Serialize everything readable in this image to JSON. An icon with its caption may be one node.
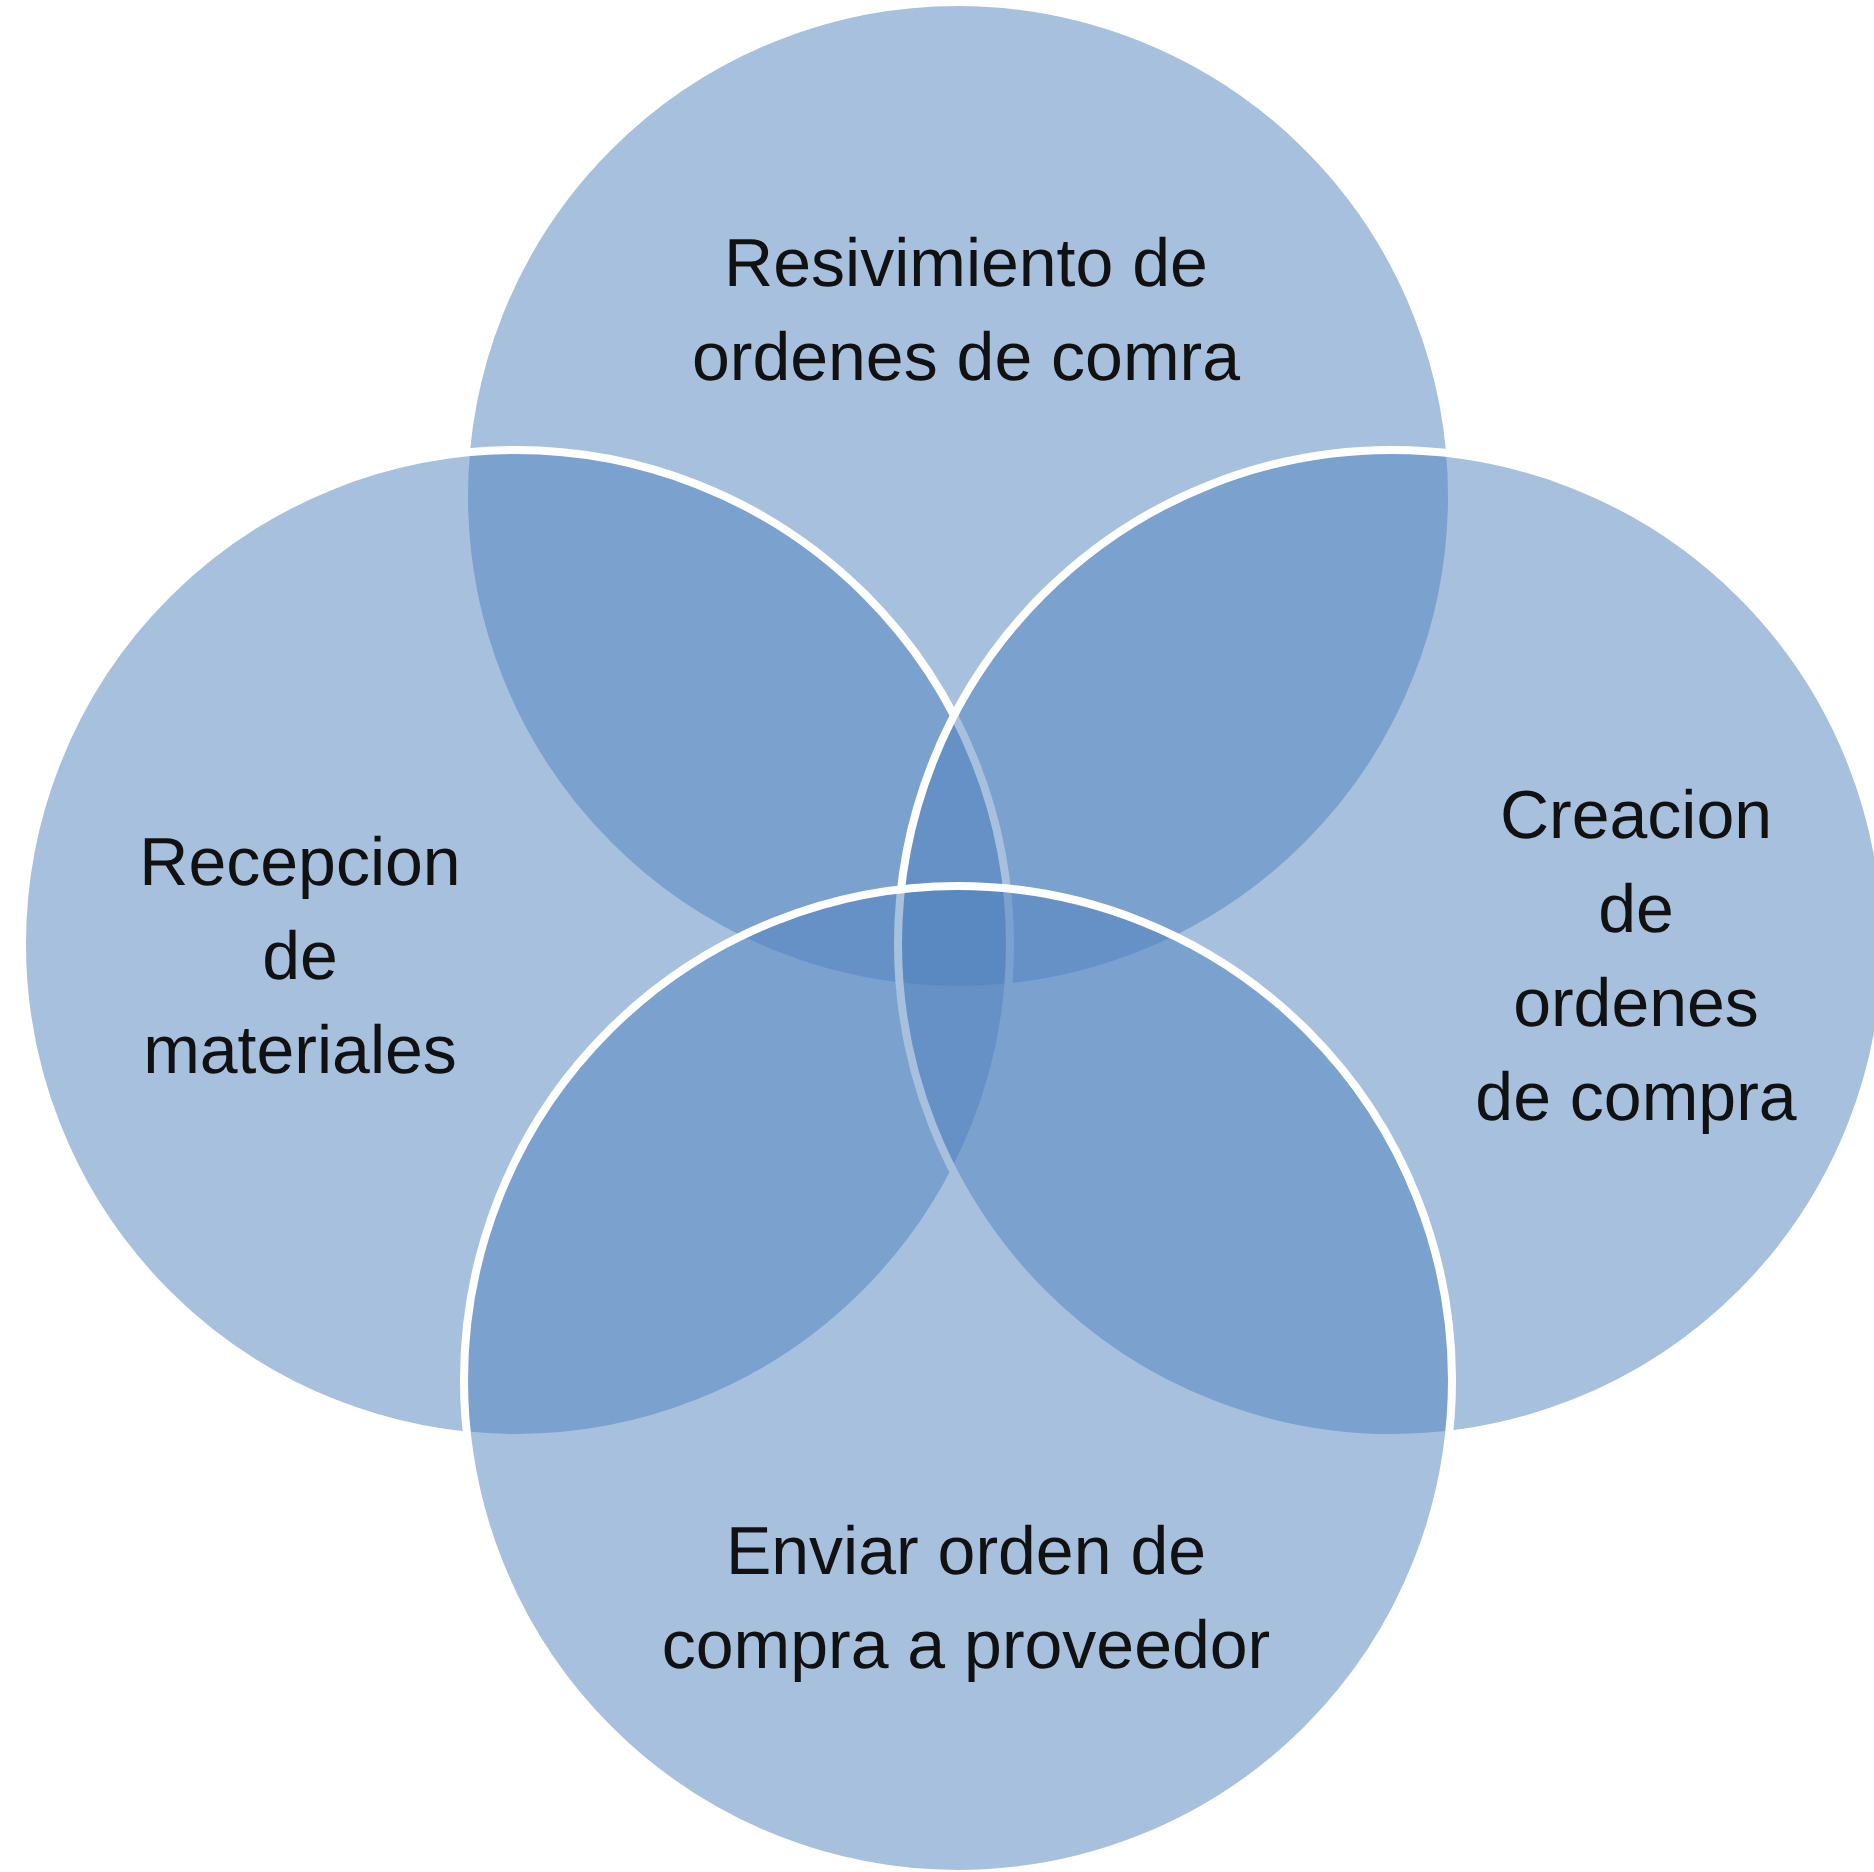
{
  "diagram": {
    "nodes": [
      {
        "text": [
          "Resivimiento de ordenes de comra"
        ]
      },
      {
        "text": [
          "Recepcion de materiales"
        ]
      },
      {
        "text": [
          "Creacion de ordenes de compra"
        ]
      },
      {
        "text": [
          "Enviar orden de compra a proveedor"
        ]
      }
    ]
  }
}
